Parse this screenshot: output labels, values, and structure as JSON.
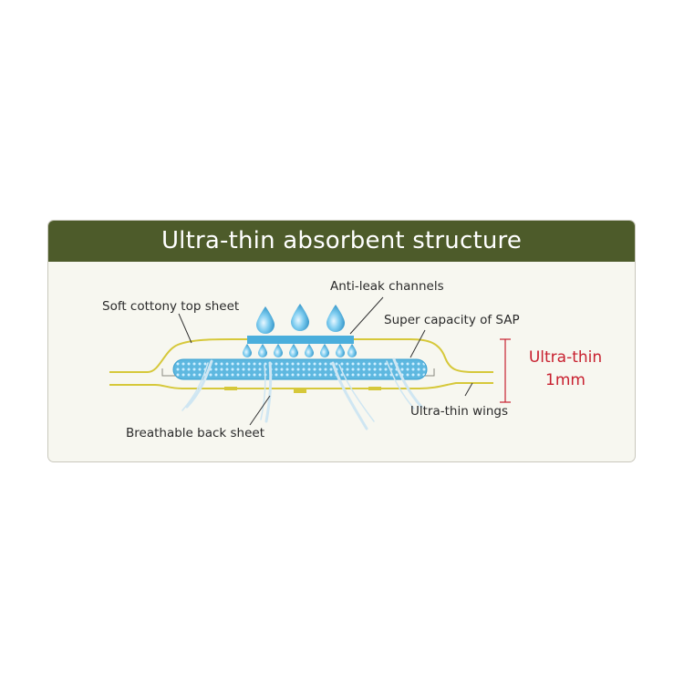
{
  "title": "Ultra-thin absorbent structure",
  "labels": {
    "top_sheet": "Soft cottony top sheet",
    "channels": "Anti-leak channels",
    "sap": "Super capacity of SAP",
    "thin_line1": "Ultra-thin",
    "thin_line2": "1mm",
    "wings": "Ultra-thin wings",
    "back_sheet": "Breathable back sheet"
  },
  "colors": {
    "header": "#4d5b2a",
    "sheet_line": "#d6c83a",
    "water": "#4aaedc",
    "accent_red": "#c8202f"
  }
}
